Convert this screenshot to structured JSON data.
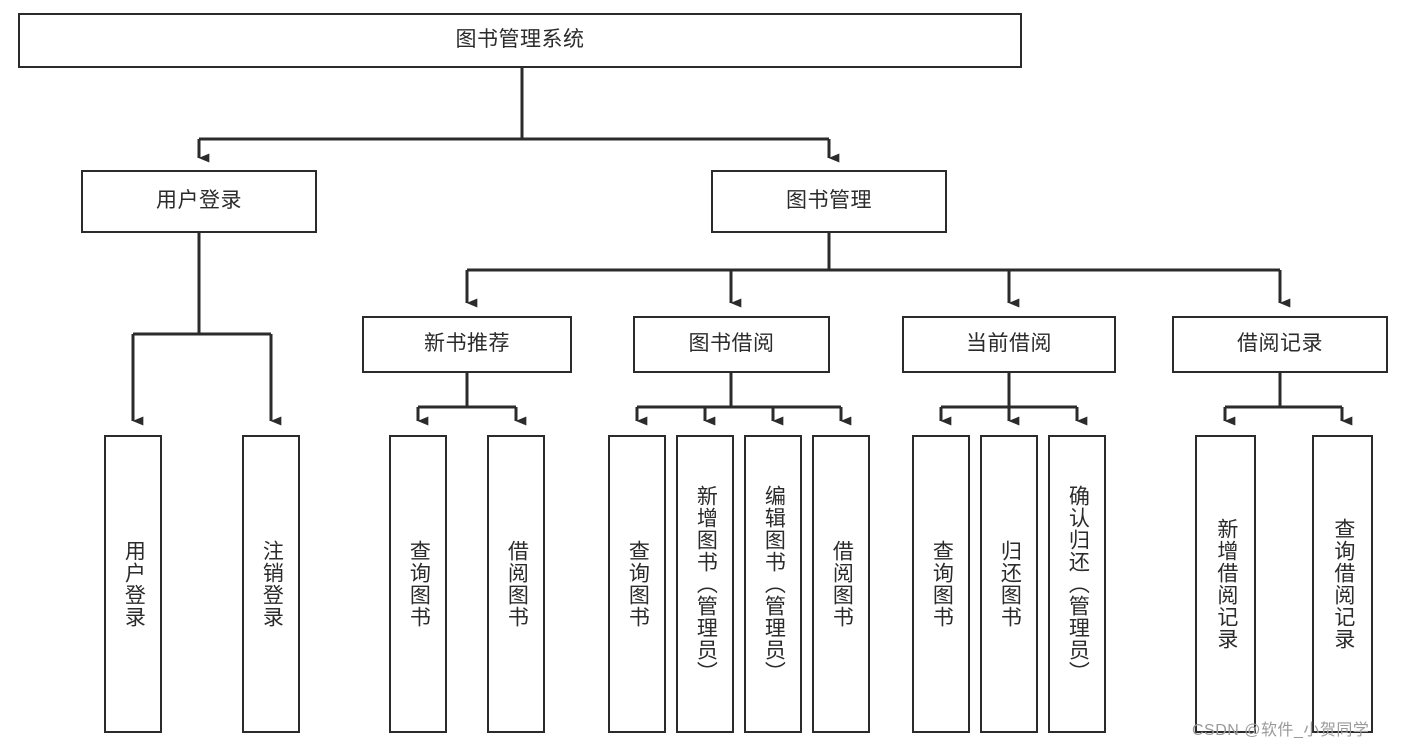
{
  "diagram": {
    "title": "图书管理系统",
    "type": "tree-hierarchy-chart",
    "colors": {
      "box_border": "#2b2b2b",
      "box_fill": "#ffffff",
      "connector": "#2b2b2b",
      "watermark": "#9a9a9a",
      "background": "#ffffff"
    },
    "root": {
      "label": "图书管理系统"
    },
    "level1": [
      {
        "label": "用户登录"
      },
      {
        "label": "图书管理"
      }
    ],
    "level2": [
      {
        "label": "新书推荐"
      },
      {
        "label": "图书借阅"
      },
      {
        "label": "当前借阅"
      },
      {
        "label": "借阅记录"
      }
    ],
    "leaves": {
      "user_login": [
        {
          "label": "用户登录"
        },
        {
          "label": "注销登录"
        }
      ],
      "new_book_recommend": [
        {
          "label": "查询图书"
        },
        {
          "label": "借阅图书"
        }
      ],
      "book_borrow": [
        {
          "label": "查询图书"
        },
        {
          "label": "新增图书（管理员）"
        },
        {
          "label": "编辑图书（管理员）"
        },
        {
          "label": "借阅图书"
        }
      ],
      "current_borrow": [
        {
          "label": "查询图书"
        },
        {
          "label": "归还图书"
        },
        {
          "label": "确认归还（管理员）"
        }
      ],
      "borrow_record": [
        {
          "label": "新增借阅记录"
        },
        {
          "label": "查询借阅记录"
        }
      ]
    },
    "watermark": "CSDN @软件_小贺同学"
  }
}
